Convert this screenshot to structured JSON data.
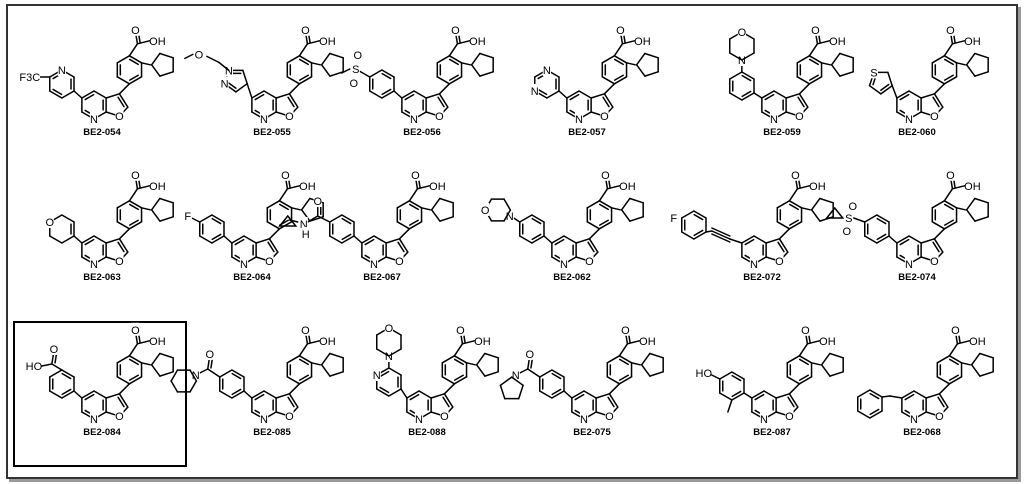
{
  "highlighted": "BE2-084",
  "rows": [
    [
      {
        "id": "BE2-054",
        "sub": "pyr",
        "ring_label": "N",
        "text": "F3C"
      },
      {
        "id": "BE2-055",
        "sub": "pyrazole",
        "ring_label": "N",
        "text": "O"
      },
      {
        "id": "BE2-056",
        "sub": "sulfone",
        "ring_label": "",
        "text": "S"
      },
      {
        "id": "BE2-057",
        "sub": "pyrimidine",
        "ring_label": "N",
        "text": "N"
      },
      {
        "id": "BE2-059",
        "sub": "morph_meta",
        "ring_label": "",
        "text": "O"
      },
      {
        "id": "BE2-060",
        "sub": "thiophene",
        "ring_label": "S",
        "text": ""
      }
    ],
    [
      {
        "id": "BE2-063",
        "sub": "pyran",
        "ring_label": "O",
        "text": ""
      },
      {
        "id": "BE2-064",
        "sub": "fluoro",
        "ring_label": "",
        "text": "F"
      },
      {
        "id": "BE2-067",
        "sub": "amide_cp",
        "ring_label": "",
        "text": "O"
      },
      {
        "id": "BE2-062",
        "sub": "morph_para",
        "ring_label": "",
        "text": "O"
      },
      {
        "id": "BE2-072",
        "sub": "alkyne",
        "ring_label": "",
        "text": "F"
      },
      {
        "id": "BE2-074",
        "sub": "cp_sulfone",
        "ring_label": "",
        "text": "S"
      }
    ],
    [
      {
        "id": "BE2-084",
        "sub": "acid",
        "ring_label": "",
        "text": "HO"
      },
      {
        "id": "BE2-085",
        "sub": "pip_amide",
        "ring_label": "",
        "text": "N"
      },
      {
        "id": "BE2-088",
        "sub": "morph_pyr",
        "ring_label": "N",
        "text": "O"
      },
      {
        "id": "BE2-075",
        "sub": "pyrr_amide",
        "ring_label": "",
        "text": "N"
      },
      {
        "id": "BE2-087",
        "sub": "hydroxy",
        "ring_label": "",
        "text": "HO"
      },
      {
        "id": "BE2-068",
        "sub": "benzyl",
        "ring_label": "",
        "text": ""
      }
    ]
  ],
  "atoms": {
    "acid_o": "O",
    "acid_oh": "OH",
    "core_n": "N",
    "core_o": "O",
    "F3C": "F3C",
    "F": "F",
    "HO": "HO",
    "S": "S",
    "O": "O",
    "N": "N",
    "H": "H"
  },
  "colors": {
    "bond": "#000000",
    "frame": "#333333"
  }
}
